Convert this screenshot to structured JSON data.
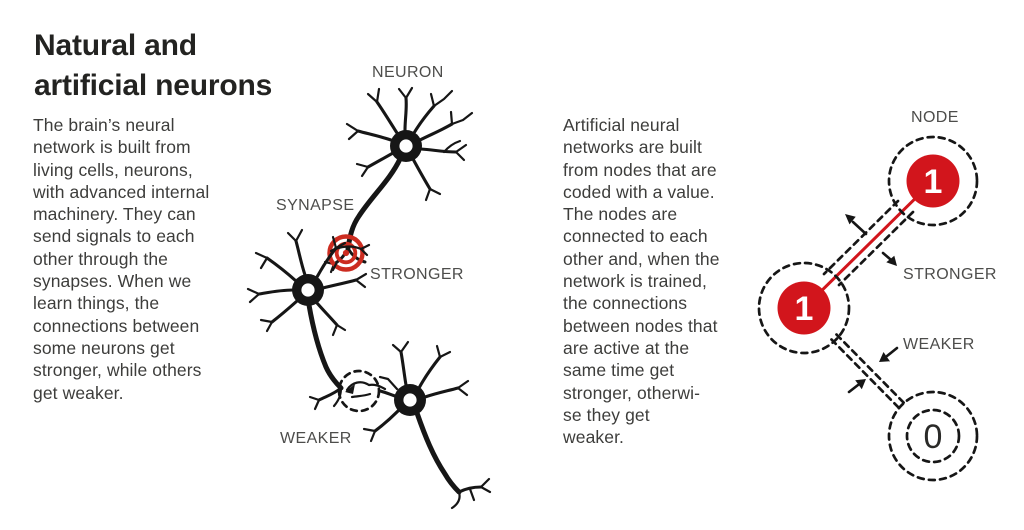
{
  "colors": {
    "background": "#ffffff",
    "ink_black": "#161616",
    "title_color": "#232321",
    "body_text": "#3d3d3b",
    "label_text": "#4d4d4b",
    "accent_red": "#d2151c",
    "synapse_target_red": "#cc2c20"
  },
  "header": {
    "title_lines": [
      "Natural and",
      "artificial neurons"
    ]
  },
  "natural_section": {
    "paragraph_lines": [
      "The brain’s neural",
      "network is built from",
      "living cells, neurons,",
      "with advanced internal",
      "machinery. They can",
      "send signals to each",
      "other through the",
      "synapses. When we",
      "learn things, the",
      "connections between",
      "some neurons get",
      "stronger, while others",
      "get weaker."
    ],
    "labels": {
      "neuron": "NEURON",
      "synapse": "SYNAPSE",
      "stronger": "STRONGER",
      "weaker": "WEAKER"
    }
  },
  "artificial_section": {
    "paragraph_lines": [
      "Artificial neural",
      "networks are built",
      "from nodes that are",
      "coded with a value.",
      "The nodes are",
      "connected to each",
      "other and, when the",
      "network is trained,",
      "the connections",
      "between nodes that",
      "are active at the",
      "same time get",
      "stronger, otherwi-",
      "se they get",
      "weaker."
    ],
    "labels": {
      "node": "NODE",
      "stronger": "STRONGER",
      "weaker": "WEAKER"
    },
    "nodes": {
      "top_value": "1",
      "left_value": "1",
      "bottom_value": "0"
    }
  }
}
